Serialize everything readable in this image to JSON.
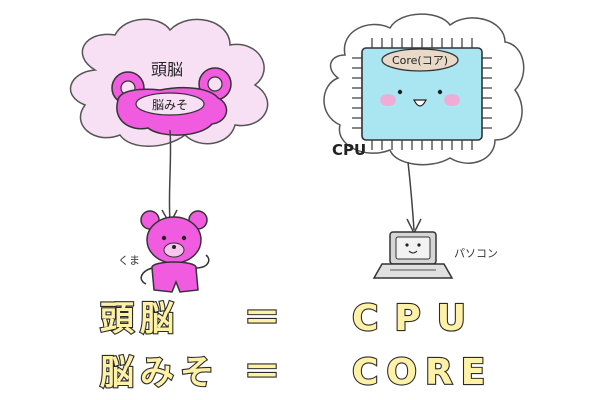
{
  "left": {
    "cloud_label": "頭脳",
    "inner_label": "脳みそ",
    "animal_label": "くま"
  },
  "right": {
    "core_label": "Core(コア)",
    "cpu_label": "CPU",
    "pc_label": "パソコン"
  },
  "equations": [
    {
      "left": "頭脳",
      "sign": "＝",
      "right": "CPU"
    },
    {
      "left": "脳みそ",
      "sign": "＝",
      "right": "CORE"
    }
  ],
  "colors": {
    "magenta": "#f05be0",
    "cloud_shadow": "#f3c9ef",
    "cpu_blue": "#a9e6f2",
    "yellow": "#fff2a6",
    "blush": "#ff9fcf"
  }
}
